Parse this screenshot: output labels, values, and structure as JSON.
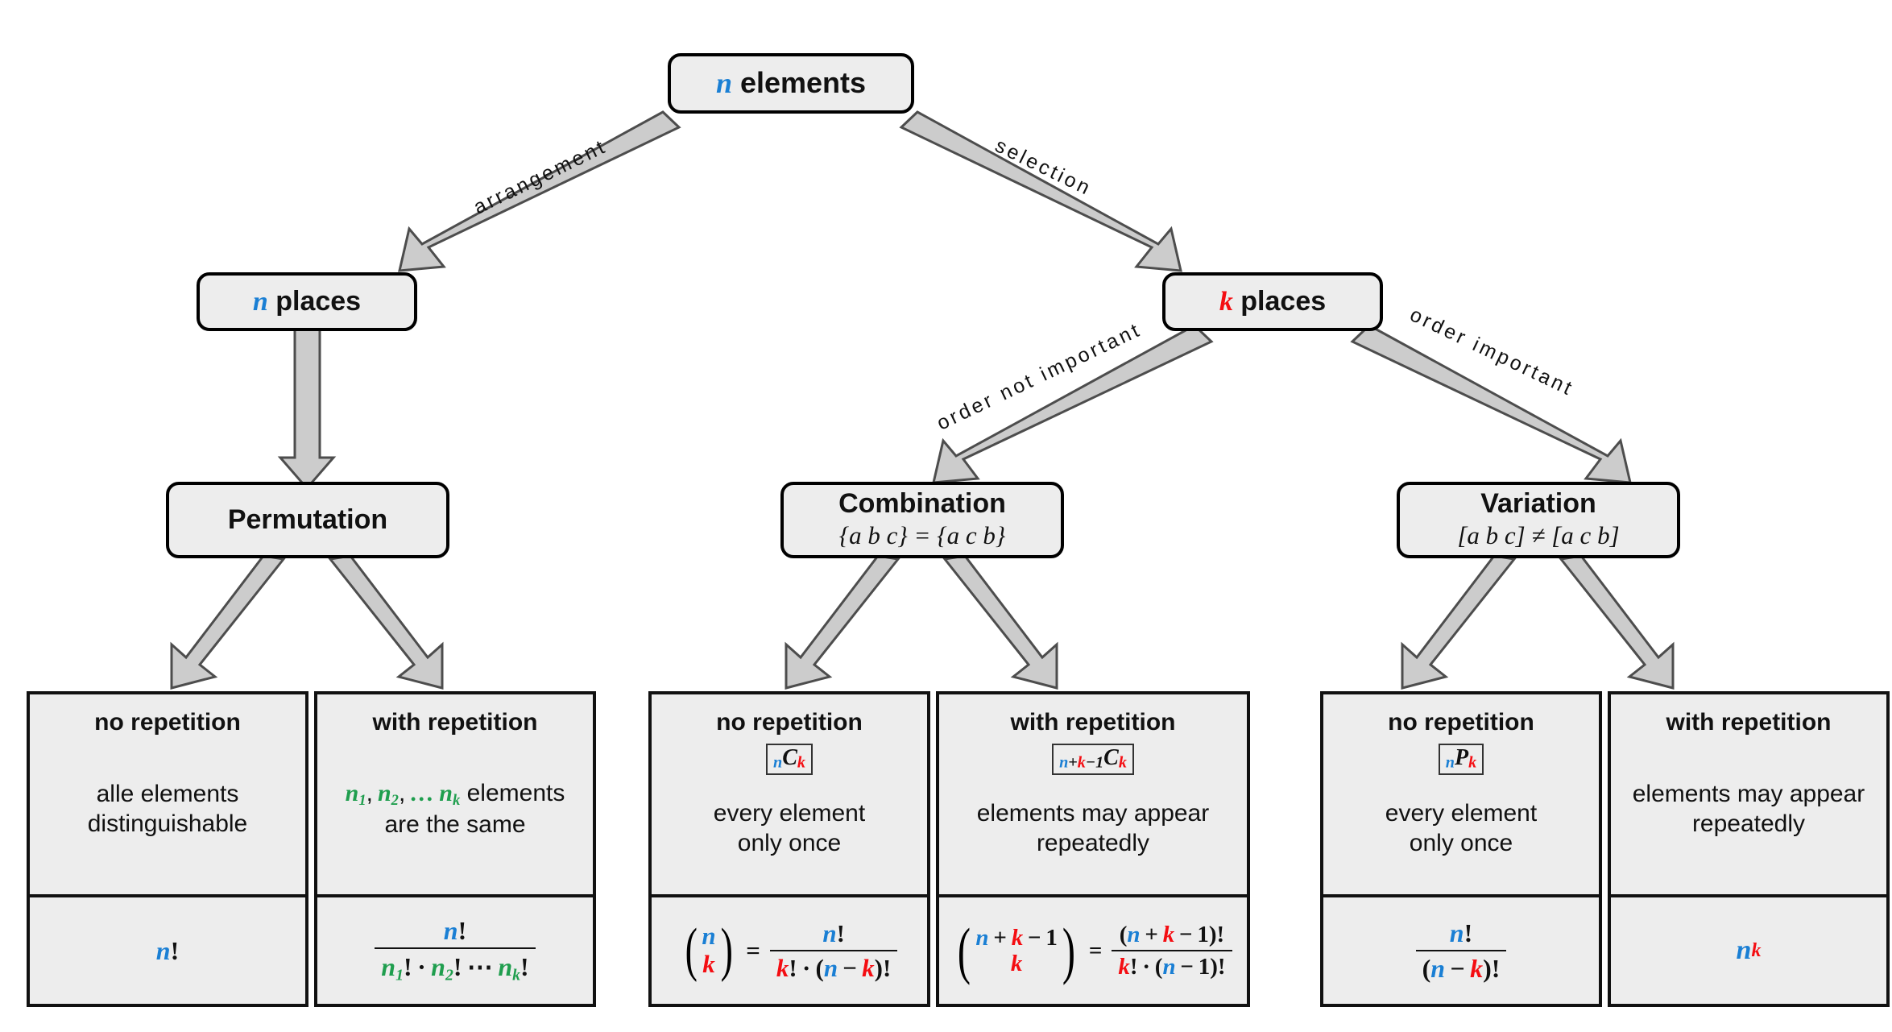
{
  "diagram": {
    "title": "Combinatorics decision tree",
    "colors": {
      "n": "#1a7fd4",
      "k": "#f40d12",
      "group": "#1f9e4e",
      "node_fill": "#ededed",
      "arrow_fill": "#cccccc",
      "stroke": "#111111"
    }
  },
  "root": {
    "label_var": "n",
    "label_text": " elements"
  },
  "level2": {
    "left": {
      "label_var": "n",
      "label_text": " places"
    },
    "right": {
      "label_var": "k",
      "label_text": " places"
    }
  },
  "level3": {
    "permutation": {
      "title": "Permutation",
      "sub": ""
    },
    "combination": {
      "title": "Combination",
      "sub": "{a b c} = {a c b}"
    },
    "variation": {
      "title": "Variation",
      "sub": "[a b c] ≠ [a c b]"
    }
  },
  "edge_labels": {
    "arrangement": "arrangement",
    "selection": "selection",
    "order_not_important": "order not important",
    "order_important": "order important"
  },
  "leaves": [
    {
      "id": "perm-no-rep",
      "head": "no repetition",
      "notation": "",
      "desc_line1": "alle elements",
      "desc_line2": "distinguishable",
      "formula_plain": "n!"
    },
    {
      "id": "perm-with-rep",
      "head": "with repetition",
      "notation": "",
      "desc_line1": "n₁, n₂, ... nₖ elements",
      "desc_line2": "are the same",
      "formula_plain": "n! / (n₁! · n₂! ⋯ nₖ!)"
    },
    {
      "id": "comb-no-rep",
      "head": "no repetition",
      "notation": "nCk",
      "desc_line1": "every element",
      "desc_line2": "only once",
      "formula_plain": "(n over k) = n! / (k! · (n − k)!)"
    },
    {
      "id": "comb-with-rep",
      "head": "with repetition",
      "notation": "n+k−1Ck",
      "desc_line1": "elements may appear",
      "desc_line2": "repeatedly",
      "formula_plain": "(n + k − 1 over k) = (n + k − 1)! / (k! · (n − 1)!)"
    },
    {
      "id": "var-no-rep",
      "head": "no repetition",
      "notation": "nPk",
      "desc_line1": "every element",
      "desc_line2": "only once",
      "formula_plain": "n! / (n − k)!"
    },
    {
      "id": "var-with-rep",
      "head": "with repetition",
      "notation": "",
      "desc_line1": "elements may appear",
      "desc_line2": "repeatedly",
      "formula_plain": "n^k"
    }
  ]
}
